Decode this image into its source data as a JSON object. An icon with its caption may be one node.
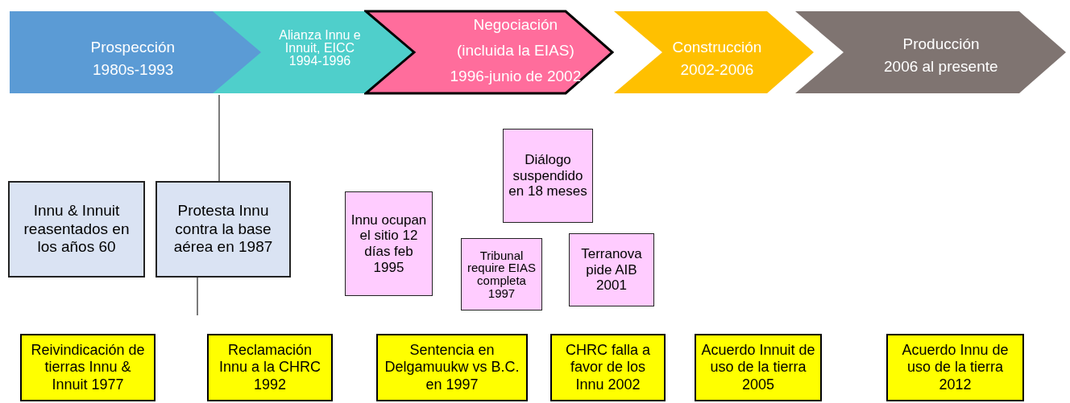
{
  "diagram": {
    "nodes": [
      {
        "text": [
          "Prospección",
          "1980s-1993"
        ]
      },
      {
        "text": [
          "Alianza Innu e Innuit, EICC 1994-1996"
        ]
      },
      {
        "text": [
          "Negociación",
          "(incluida la EIAS)",
          "1996-junio de 2002"
        ]
      },
      {
        "text": [
          "Construcción",
          "2002-2006"
        ]
      },
      {
        "text": [
          "Producción",
          "2006 al presente"
        ]
      },
      {
        "text": [
          "Innu & Innuit reasentados en los años 60"
        ]
      },
      {
        "text": [
          "Protesta Innu contra la base aérea en 1987"
        ]
      },
      {
        "text": [
          "Innu ocupan el sitio 12 días feb 1995"
        ]
      },
      {
        "text": [
          "Diálogo suspendido en 18 meses"
        ]
      },
      {
        "text": [
          "Tribunal require EIAS completa 1997"
        ]
      },
      {
        "text": [
          "Terranova pide AIB 2001"
        ]
      },
      {
        "text": [
          "Reivindicación de tierras Innu & Innuit 1977"
        ]
      },
      {
        "text": [
          "Reclamación Innu a la CHRC 1992"
        ]
      },
      {
        "text": [
          "Sentencia en Delgamuukw vs B.C. en 1997"
        ]
      },
      {
        "text": [
          "CHRC falla a favor de los Innu 2002"
        ]
      },
      {
        "text": [
          "Acuerdo Innuit de uso de la tierra 2005"
        ]
      },
      {
        "text": [
          "Acuerdo Innu de uso de la tierra 2012"
        ]
      }
    ],
    "edges": [
      {
        "from": 0,
        "to": 6,
        "arrow": "none"
      },
      {
        "from": 6,
        "to": null,
        "arrow": "none"
      }
    ]
  }
}
